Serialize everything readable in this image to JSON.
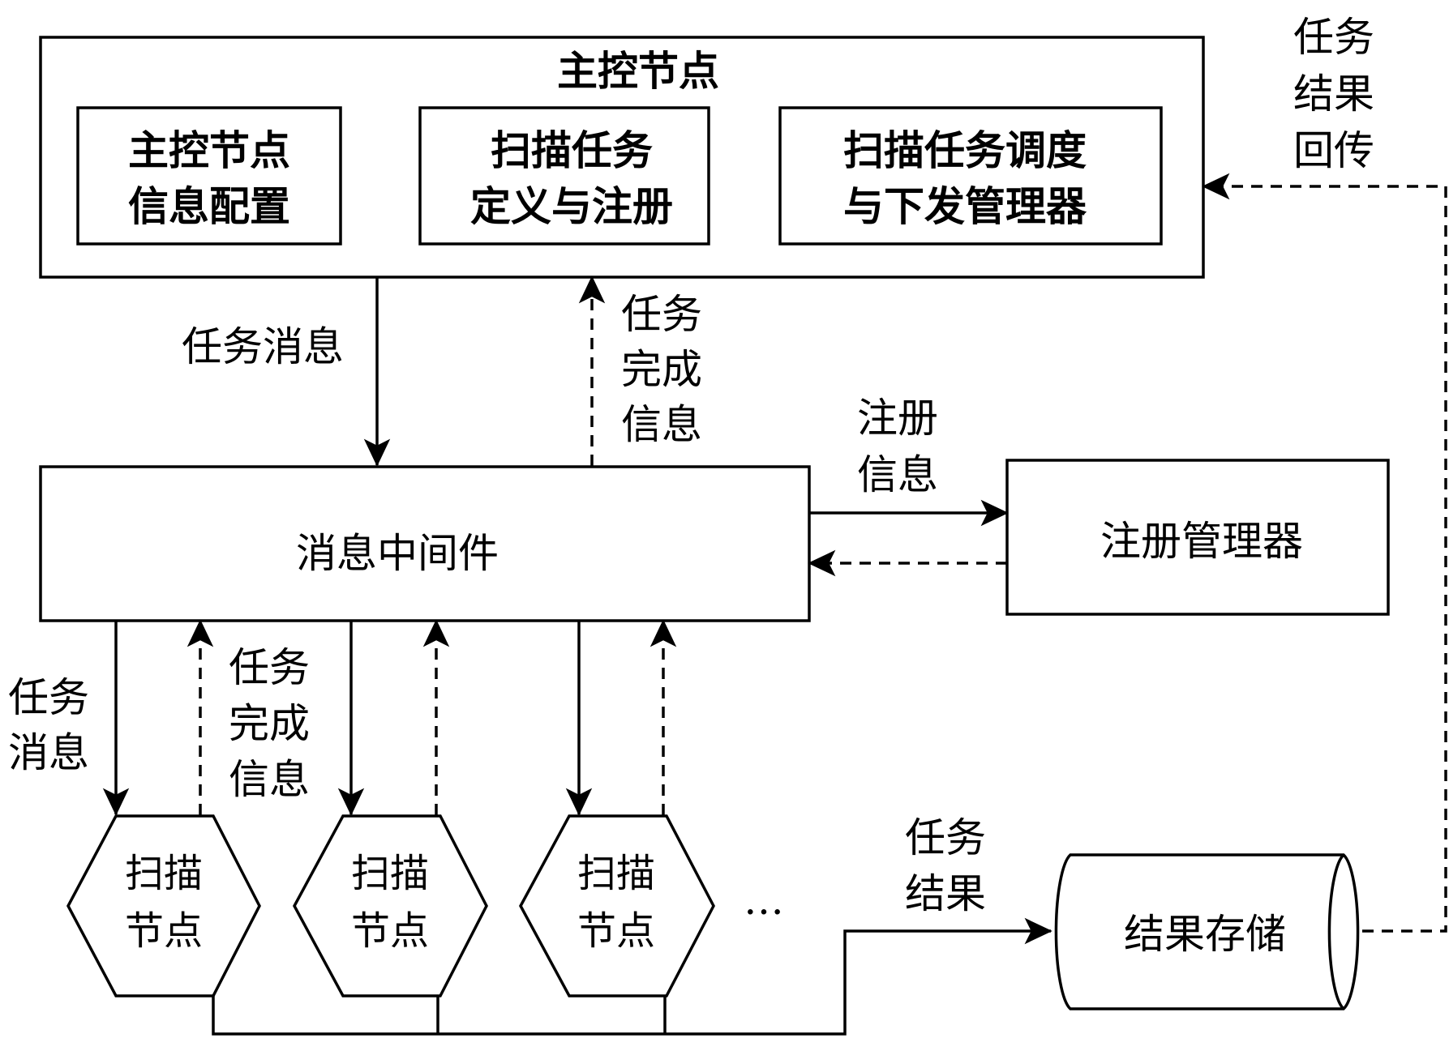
{
  "master": {
    "title": "主控节点",
    "sub1": [
      "主控节点",
      "信息配置"
    ],
    "sub2": [
      "扫描任务",
      "定义与注册"
    ],
    "sub3": [
      "扫描任务调度",
      "与下发管理器"
    ]
  },
  "middleware": {
    "label": "消息中间件"
  },
  "registry": {
    "label": "注册管理器"
  },
  "storage": {
    "label": "结果存储"
  },
  "scan_node": {
    "line1": "扫描",
    "line2": "节点"
  },
  "ellipsis": "…",
  "labels": {
    "task_msg_top": "任务消息",
    "task_done_top": [
      "任务",
      "完成",
      "信息"
    ],
    "register_info": [
      "注册",
      "信息"
    ],
    "task_msg_left": [
      "任务",
      "消息"
    ],
    "task_done_left": [
      "任务",
      "完成",
      "信息"
    ],
    "task_result": [
      "任务",
      "结果"
    ],
    "result_return": [
      "任务",
      "结果",
      "回传"
    ]
  }
}
